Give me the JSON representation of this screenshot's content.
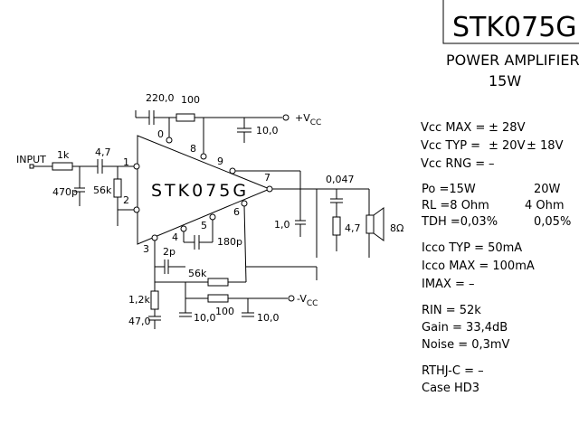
{
  "title": {
    "part": "STK075G",
    "subtitle": "POWER AMPLIFIER",
    "power": "15W"
  },
  "chip": {
    "label": "STK075G"
  },
  "labels": {
    "input": "INPUT",
    "r_in": "1k",
    "c_in": "4,7",
    "c_470p": "470p",
    "r_56k": "56k",
    "c_220": "220,0",
    "r_100_top": "100",
    "vcc_pos": "+V",
    "vcc_pos_sub": "CC",
    "c_10_top": "10,0",
    "c_047": "0,047",
    "c_1_0": "1,0",
    "r_4_7": "4,7",
    "speaker": "8Ω",
    "c_180p": "180p",
    "c_2p": "2p",
    "r_56k_fb": "56k",
    "r_1_2k": "1,2k",
    "c_47": "47,0",
    "c_10_mid": "10,0",
    "r_100_bot": "100",
    "c_10_bot": "10,0",
    "vcc_neg": "-V",
    "vcc_neg_sub": "CC",
    "pins": [
      "1",
      "2",
      "3",
      "4",
      "5",
      "6",
      "7",
      "8",
      "9",
      "0"
    ]
  },
  "specs": {
    "vcc_max": {
      "label": "Vcc MAX =",
      "val": "± 28V"
    },
    "vcc_typ": {
      "label": "Vcc TYP =",
      "val": "± 20V",
      "val2": "± 18V"
    },
    "vcc_rng": {
      "label": "Vcc RNG =",
      "val": "–"
    },
    "po": {
      "label": "Po =15W",
      "val2": "20W"
    },
    "rl": {
      "label": "RL =8 Ohm",
      "val2": "4 Ohm"
    },
    "tdh": {
      "label": "TDH =0,03%",
      "val2": "0,05%"
    },
    "icco_typ": "Icco TYP = 50mA",
    "icco_max": "Icco MAX = 100mA",
    "imax": "IMAX =   –",
    "rin": "RIN = 52k",
    "gain": "Gain = 33,4dB",
    "noise": "Noise = 0,3mV",
    "rthj": "RTHJ-C = –",
    "case": "Case HD3"
  }
}
